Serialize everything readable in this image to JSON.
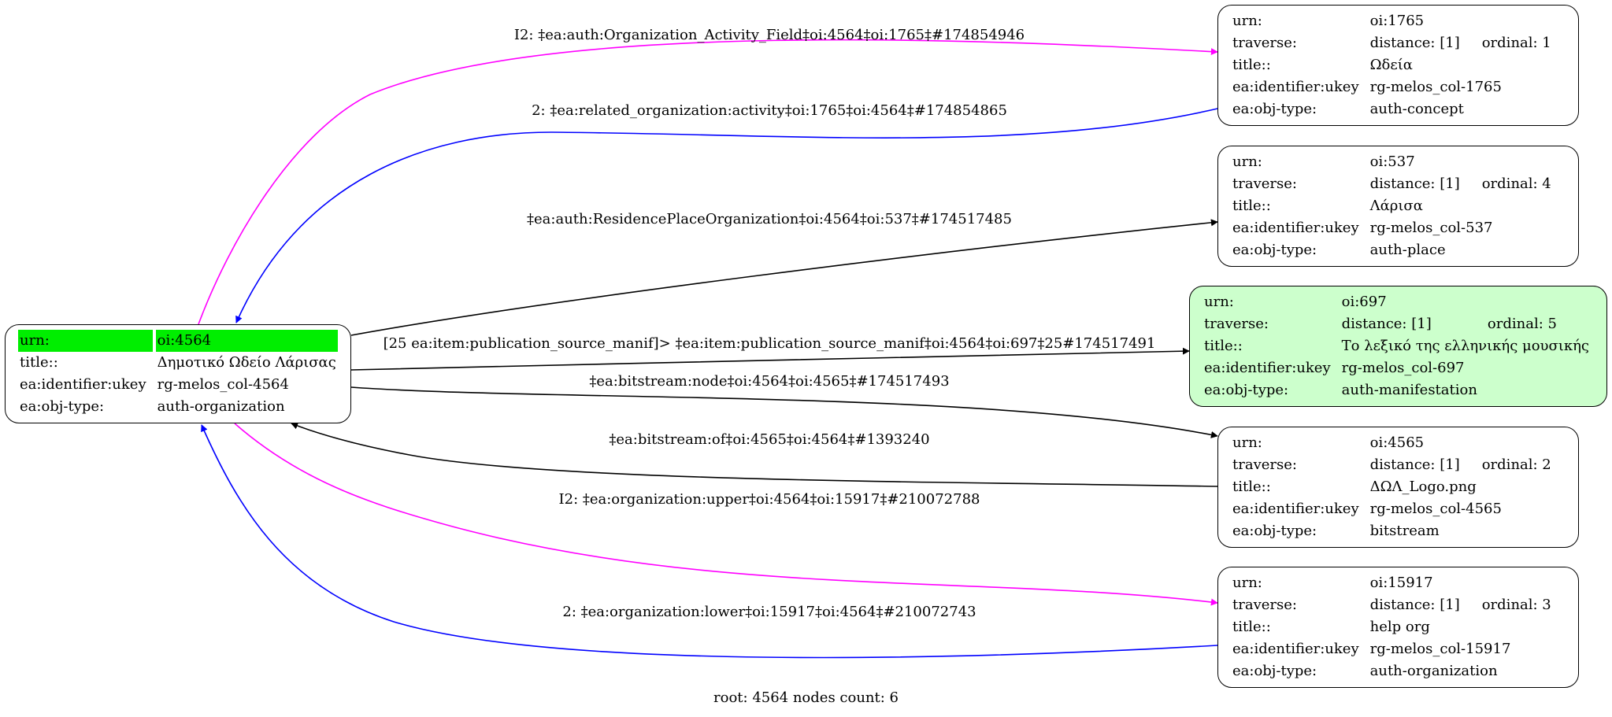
{
  "root": {
    "rows": [
      {
        "key": "urn:",
        "value": "oi:4564"
      },
      {
        "key": "title::",
        "value": "Δημοτικό Ωδείο Λάρισας"
      },
      {
        "key": "ea:identifier:ukey",
        "value": "rg-melos_col-4564"
      },
      {
        "key": "ea:obj-type:",
        "value": "auth-organization"
      }
    ]
  },
  "nodes": [
    {
      "id": "oi-1765",
      "urn_key": "urn:",
      "urn": "oi:1765",
      "traverse_key": "traverse:",
      "distance": "distance: [1]",
      "ordinal": "ordinal: 1",
      "title_key": "title::",
      "title": "Ωδεία",
      "ukey_key": "ea:identifier:ukey",
      "ukey": "rg-melos_col-1765",
      "type_key": "ea:obj-type:",
      "type": "auth-concept"
    },
    {
      "id": "oi-537",
      "urn_key": "urn:",
      "urn": "oi:537",
      "traverse_key": "traverse:",
      "distance": "distance: [1]",
      "ordinal": "ordinal: 4",
      "title_key": "title::",
      "title": "Λάρισα",
      "ukey_key": "ea:identifier:ukey",
      "ukey": "rg-melos_col-537",
      "type_key": "ea:obj-type:",
      "type": "auth-place"
    },
    {
      "id": "oi-697",
      "urn_key": "urn:",
      "urn": "oi:697",
      "traverse_key": "traverse:",
      "distance": "distance: [1]",
      "ordinal": "ordinal: 5",
      "title_key": "title::",
      "title": "Το λεξικό της ελληνικής μουσικής",
      "ukey_key": "ea:identifier:ukey",
      "ukey": "rg-melos_col-697",
      "type_key": "ea:obj-type:",
      "type": "auth-manifestation",
      "fill": "#ccffcc"
    },
    {
      "id": "oi-4565",
      "urn_key": "urn:",
      "urn": "oi:4565",
      "traverse_key": "traverse:",
      "distance": "distance: [1]",
      "ordinal": "ordinal: 2",
      "title_key": "title::",
      "title": "ΔΩΛ_Logo.png",
      "ukey_key": "ea:identifier:ukey",
      "ukey": "rg-melos_col-4565",
      "type_key": "ea:obj-type:",
      "type": "bitstream"
    },
    {
      "id": "oi-15917",
      "urn_key": "urn:",
      "urn": "oi:15917",
      "traverse_key": "traverse:",
      "distance": "distance: [1]",
      "ordinal": "ordinal: 3",
      "title_key": "title::",
      "title": "help org",
      "ukey_key": "ea:identifier:ukey",
      "ukey": "rg-melos_col-15917",
      "type_key": "ea:obj-type:",
      "type": "auth-organization"
    }
  ],
  "edges": [
    {
      "label": "I2: ‡ea:auth:Organization_Activity_Field‡oi:4564‡oi:1765‡#174854946",
      "color": "#ff00ff"
    },
    {
      "label": "2: ‡ea:related_organization:activity‡oi:1765‡oi:4564‡#174854865",
      "color": "#0000ff"
    },
    {
      "label": "‡ea:auth:ResidencePlaceOrganization‡oi:4564‡oi:537‡#174517485",
      "color": "#000000"
    },
    {
      "label": "[25 ea:item:publication_source_manif]> ‡ea:item:publication_source_manif‡oi:4564‡oi:697‡25#174517491",
      "color": "#000000"
    },
    {
      "label": "‡ea:bitstream:node‡oi:4564‡oi:4565‡#174517493",
      "color": "#000000"
    },
    {
      "label": "‡ea:bitstream:of‡oi:4565‡oi:4564‡#1393240",
      "color": "#000000"
    },
    {
      "label": "I2: ‡ea:organization:upper‡oi:4564‡oi:15917‡#210072788",
      "color": "#ff00ff"
    },
    {
      "label": "2: ‡ea:organization:lower‡oi:15917‡oi:4564‡#210072743",
      "color": "#0000ff"
    }
  ],
  "highlight_color": "#00ee00",
  "footer": "root: 4564 nodes count: 6"
}
